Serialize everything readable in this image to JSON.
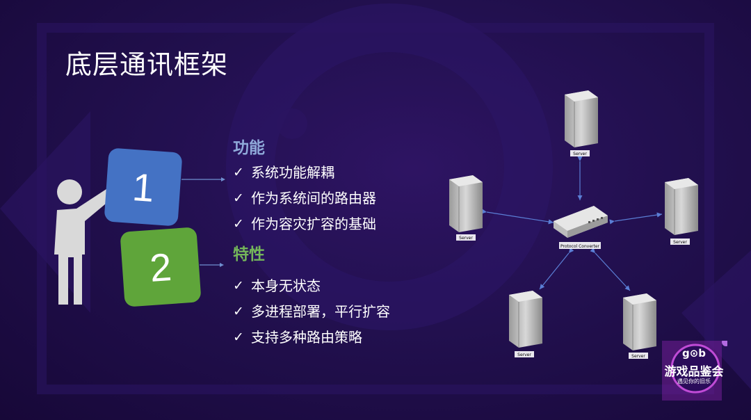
{
  "title": "底层通讯框架",
  "functions": {
    "heading": "功能",
    "items": [
      "系统功能解耦",
      "作为系统间的路由器",
      "作为容灾扩容的基础"
    ]
  },
  "features": {
    "heading": "特性",
    "items": [
      "本身无状态",
      "多进程部署，平行扩容",
      "支持多种路由策略"
    ]
  },
  "boxes": {
    "one": "1",
    "two": "2"
  },
  "diagram": {
    "center_label": "Protocol Converter",
    "server_label": "Server"
  },
  "logo": {
    "brand": "g⊙b",
    "text": "游戏品鉴会",
    "subtitle": "遇见你的旧乐"
  },
  "colors": {
    "background": "#22104f",
    "func_heading": "#8fa9d9",
    "feat_heading": "#74b55a",
    "box_one": "#4472c4",
    "box_two": "#5fa53a"
  },
  "icons": [
    "check-icon",
    "person-icon",
    "server-icon",
    "router-icon",
    "arrow-icon"
  ]
}
